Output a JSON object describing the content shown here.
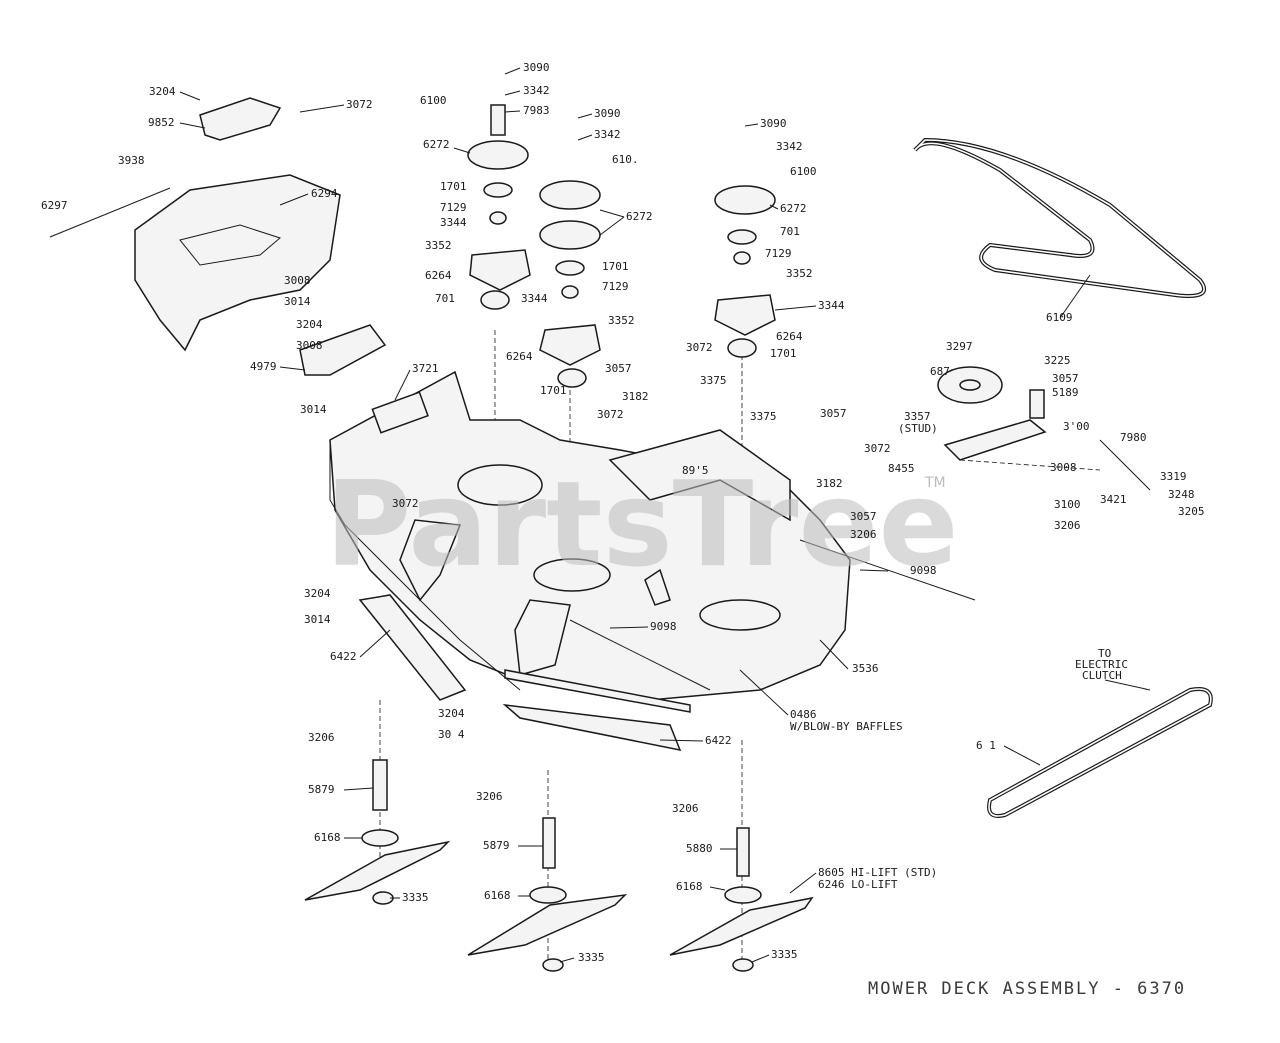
{
  "title": "MOWER DECK ASSEMBLY - 6370",
  "watermark": "PartsTree",
  "trademark": "TM",
  "labels": {
    "p3090a": "3090",
    "p3342a": "3342",
    "p6100a": "6100",
    "p7983": "7983",
    "p3090b": "3090",
    "p3342b": "3342",
    "p6101": "610.",
    "p6272a": "6272",
    "p1701a": "1701",
    "p7129a": "7129",
    "p3344a": "3344",
    "p3352a": "3352",
    "p6264a": "6264",
    "p701a": "701",
    "p6272b": "6272",
    "p1701b": "1701",
    "p7129b": "7129",
    "p3344b": "3344",
    "p3352b": "3352",
    "p6264b": "6264",
    "p1701c": "1701",
    "p3090c": "3090",
    "p3342c": "3342",
    "p6100c": "6100",
    "p6272c": "6272",
    "p701c": "701",
    "p7129c": "7129",
    "p3352c": "3352",
    "p3344c": "3344",
    "p6264c": "6264",
    "p1701d": "1701",
    "p6109": "6109",
    "p3204a": "3204",
    "p9852": "9852",
    "p3072a": "3072",
    "p3938": "3938",
    "p6294": "6294",
    "p6297": "6297",
    "p3008a": "3008",
    "p3014a": "3014",
    "p3204b": "3204",
    "p3008b": "3008",
    "p4979": "4979",
    "p3014b": "3014",
    "p3721": "3721",
    "p3072b": "3072",
    "p3057a": "3057",
    "p3375a": "3375",
    "p3182a": "3182",
    "p3072c": "3072",
    "p3375b": "3375",
    "p3057b": "3057",
    "p3072d": "3072",
    "p8915": "89'5",
    "p3182b": "3182",
    "p3057c": "3057",
    "p3206a": "3206",
    "p9098a": "9098",
    "p3297": "3297",
    "p687": "687",
    "p3225": "3225",
    "p3057d": "3057",
    "p5189": "5189",
    "p3357": "3357",
    "stud": "(STUD)",
    "p3100a": "3'00",
    "p7980": "7980",
    "p8455": "8455",
    "p3008c": "3008",
    "p3319": "3319",
    "p3421": "3421",
    "p3248": "3248",
    "p3100b": "3100",
    "p3205": "3205",
    "p3206b": "3206",
    "p3072e": "3072",
    "p3204c": "3204",
    "p3014c": "3014",
    "p6422a": "6422",
    "p9098b": "9098",
    "p3536": "3536",
    "p0486": "0486",
    "baffles": "W/BLOW-BY BAFFLES",
    "p3204d": "3204",
    "p3014d": "30 4",
    "p6422b": "6422",
    "p3206c": "3206",
    "p3206d": "3206",
    "p3206e": "3206",
    "to": "TO",
    "electric": "ELECTRIC",
    "clutch": "CLUTCH",
    "p611": "6 1",
    "p5879a": "5879",
    "p6168a": "6168",
    "p3335a": "3335",
    "p5879b": "5879",
    "p6168b": "6168",
    "p3335b": "3335",
    "p5880": "5880",
    "p6168c": "6168",
    "p8605": "8605 HI-LIFT (STD)",
    "p6246": "6246 LO-LIFT",
    "p3335c": "3335"
  }
}
